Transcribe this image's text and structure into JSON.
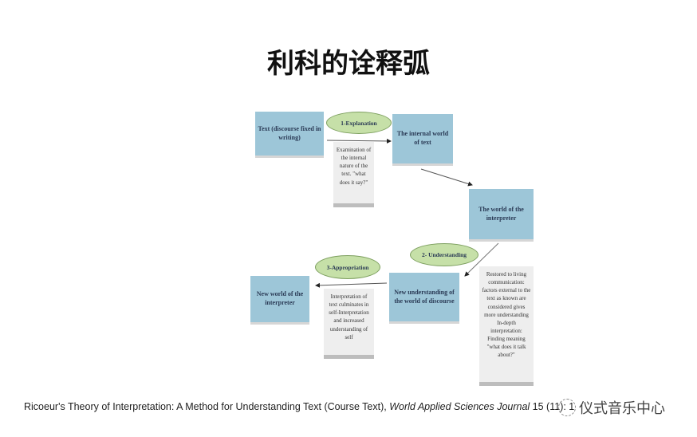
{
  "title": "利科的诠释弧",
  "diagram": {
    "boxes": [
      "Text (discourse fixed in writing)",
      "The internal world of text",
      "The world of the interpreter",
      "New understanding of the world of discourse",
      "New world of the interpreter"
    ],
    "stages": [
      "1-Explanation",
      "2- Understanding",
      "3-Appropriation"
    ],
    "notes": [
      "Examination of the internal nature of the text. \"what does it say?\"",
      "Restored to living communication: factors external to the text as known are considered gives more understanding In-depth interpretation: Finding meaning \"what does it talk about?\"",
      "Interpretation of text culminates in self-Interpretation and increased understanding of self"
    ]
  },
  "footer": {
    "text": "Ricoeur's Theory of Interpretation: A Method for Understanding Text (Course Text), ",
    "journal": "World Applied Sciences Journal",
    "issue": " 15 (11): 1"
  },
  "watermark": "仪式音乐中心"
}
